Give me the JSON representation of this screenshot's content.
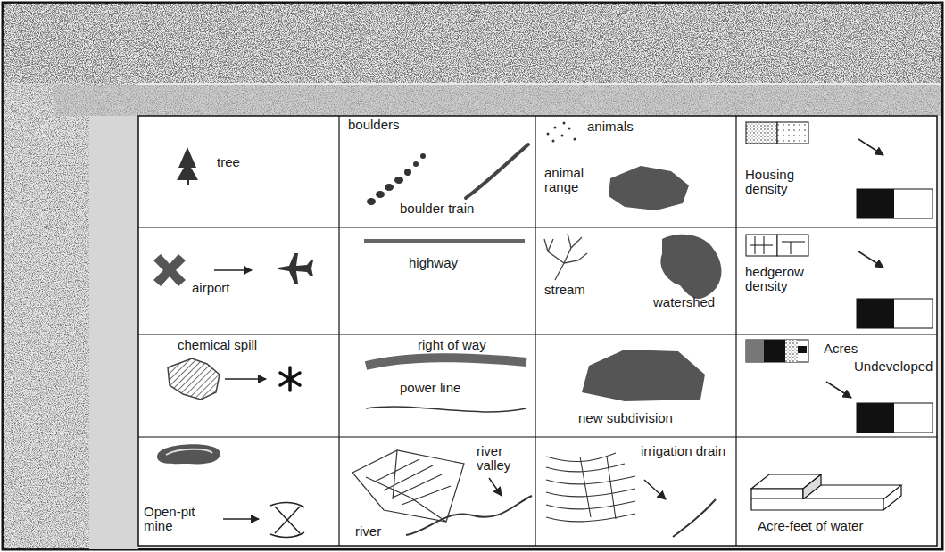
{
  "diagram": {
    "nodes": [
      {
        "text": [
          "tree"
        ]
      },
      {
        "text": [
          "boulders",
          "boulder train"
        ]
      },
      {
        "text": [
          "animals",
          "animal range"
        ]
      },
      {
        "text": [
          "Housing density"
        ]
      },
      {
        "text": [
          "airport"
        ]
      },
      {
        "text": [
          "highway"
        ]
      },
      {
        "text": [
          "stream",
          "watershed"
        ]
      },
      {
        "text": [
          "hedgerow density"
        ]
      },
      {
        "text": [
          "chemical spill"
        ]
      },
      {
        "text": [
          "right of way",
          "power line"
        ]
      },
      {
        "text": [
          "new subdivision"
        ]
      },
      {
        "text": [
          "Acres",
          "Undeveloped"
        ]
      },
      {
        "text": [
          "Open-pit mine"
        ]
      },
      {
        "text": [
          "river valley",
          "river"
        ]
      },
      {
        "text": [
          "irrigation drain"
        ]
      },
      {
        "text": [
          "Acre-feet of water"
        ]
      }
    ]
  }
}
